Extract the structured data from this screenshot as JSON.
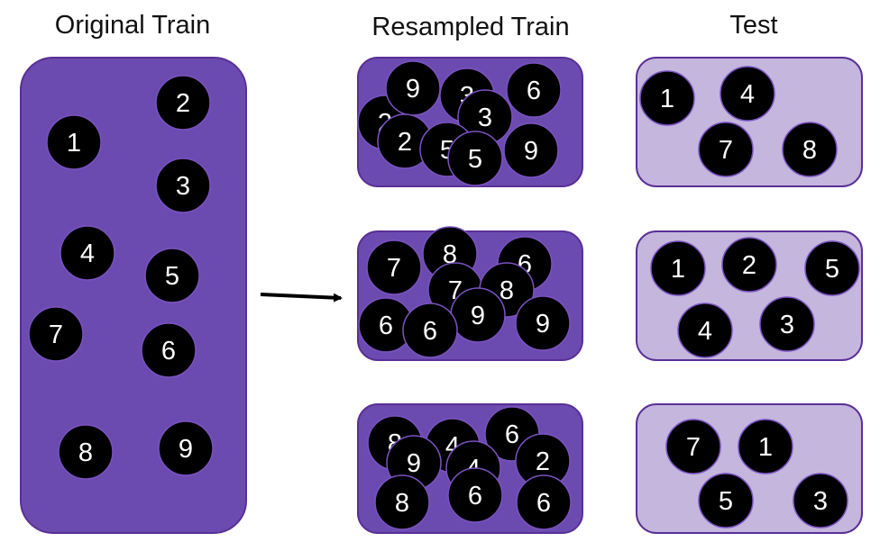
{
  "headings": {
    "original": "Original Train",
    "resampled": "Resampled Train",
    "test": "Test"
  },
  "colors": {
    "panel_dark": "#6b4bb0",
    "panel_light": "#c4b6dd",
    "panel_border": "#5a2f96",
    "ball_fill": "#000000",
    "ball_stroke": "#7a52c0",
    "arrow": "#000000"
  },
  "original_train": [
    "1",
    "2",
    "3",
    "4",
    "5",
    "7",
    "6",
    "8",
    "9"
  ],
  "resampled_train": [
    [
      "2",
      "9",
      "3",
      "6",
      "3",
      "2",
      "5",
      "5",
      "9"
    ],
    [
      "7",
      "8",
      "6",
      "7",
      "8",
      "9",
      "6",
      "6",
      "9"
    ],
    [
      "8",
      "4",
      "6",
      "2",
      "9",
      "4",
      "6",
      "8",
      "6"
    ]
  ],
  "test": [
    [
      "1",
      "4",
      "7",
      "8"
    ],
    [
      "1",
      "2",
      "5",
      "4",
      "3"
    ],
    [
      "7",
      "1",
      "5",
      "3"
    ]
  ]
}
